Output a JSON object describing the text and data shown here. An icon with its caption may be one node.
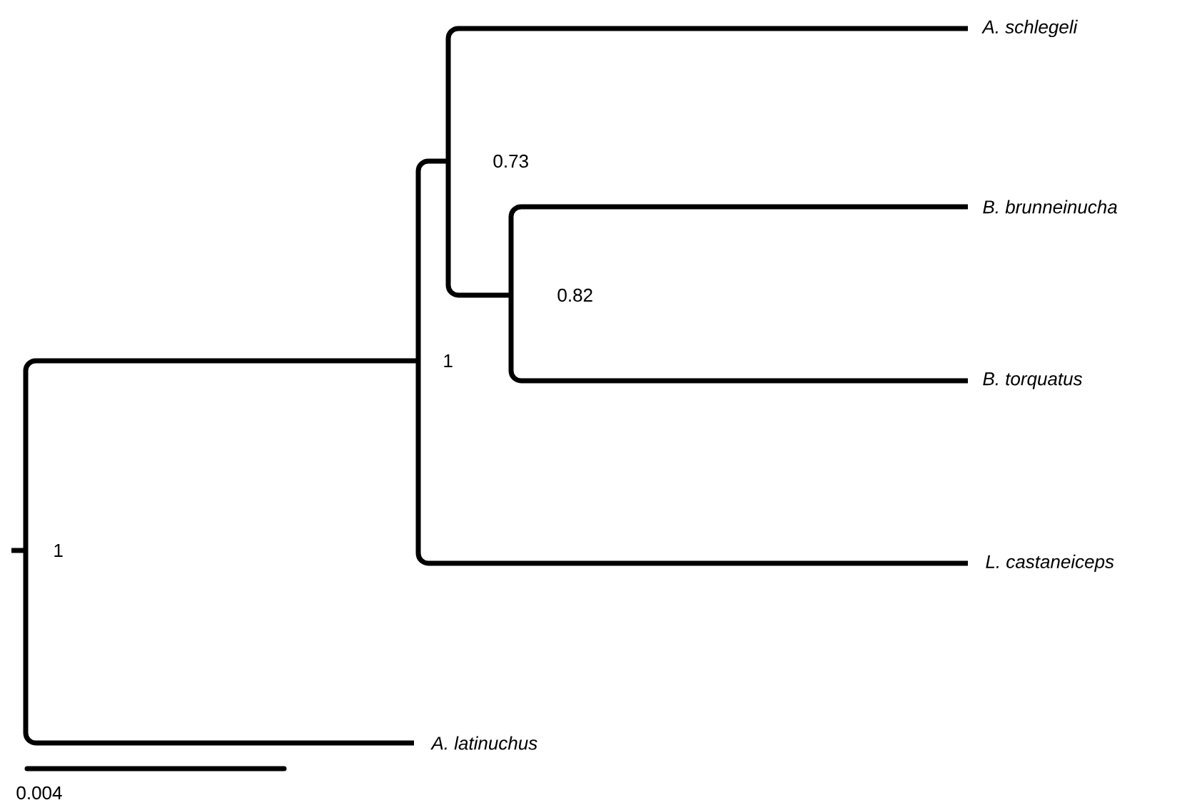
{
  "diagram": {
    "nodes": [
      {
        "text": [
          "1"
        ]
      },
      {
        "text": [
          "1"
        ]
      },
      {
        "text": [
          "0.73"
        ]
      },
      {
        "text": [
          "0.82"
        ]
      },
      {
        "text": [
          "A. schlegeli"
        ]
      },
      {
        "text": [
          "B. brunneinucha"
        ]
      },
      {
        "text": [
          "B. torquatus"
        ]
      },
      {
        "text": [
          "L. castaneiceps"
        ]
      },
      {
        "text": [
          "A. latinuchus"
        ]
      }
    ],
    "edges": [
      {
        "from": 0,
        "to": 1,
        "arrow": "none"
      },
      {
        "from": 0,
        "to": 8,
        "arrow": "none"
      },
      {
        "from": 1,
        "to": 2,
        "arrow": "none"
      },
      {
        "from": 1,
        "to": 7,
        "arrow": "none"
      },
      {
        "from": 2,
        "to": 4,
        "arrow": "none"
      },
      {
        "from": 2,
        "to": 3,
        "arrow": "none"
      },
      {
        "from": 3,
        "to": 5,
        "arrow": "none"
      },
      {
        "from": 3,
        "to": 6,
        "arrow": "none"
      }
    ],
    "labels": [
      "0.004"
    ]
  }
}
